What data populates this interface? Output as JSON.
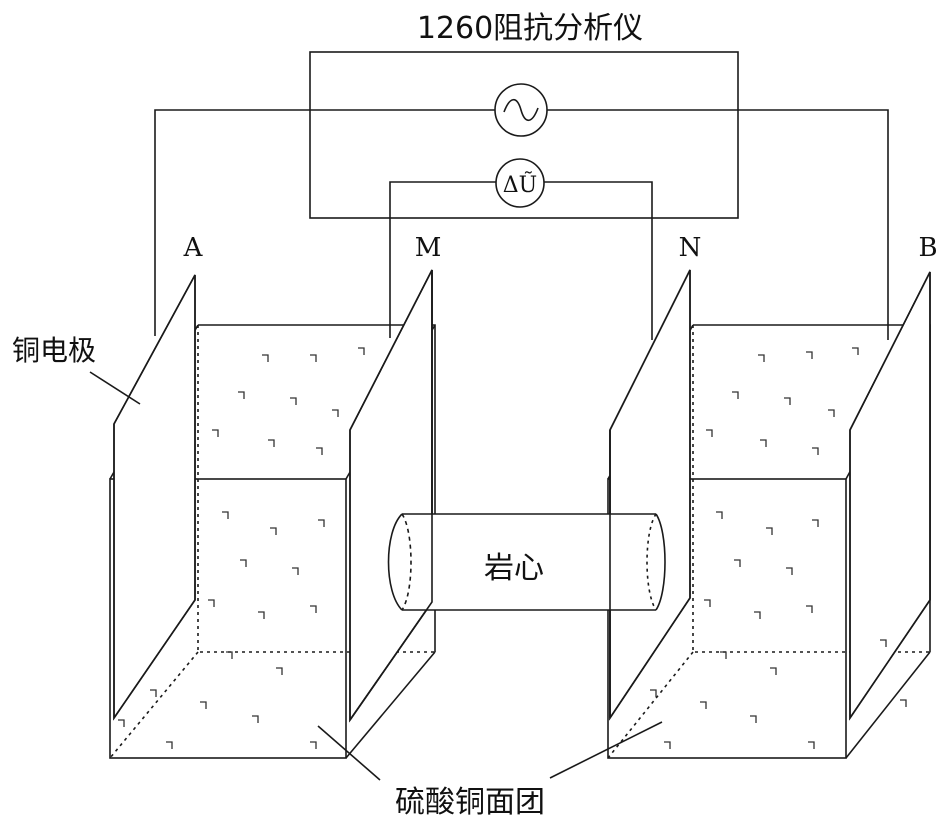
{
  "instrument_label": "1260阻抗分析仪",
  "ac_source_symbol": "~",
  "voltage_symbol": "ΔŨ",
  "electrode_labels": {
    "a": "A",
    "m": "M",
    "n": "N",
    "b": "B"
  },
  "copper_electrode_label": "铜电极",
  "core_label": "岩心",
  "paste_label": "硫酸铜面团"
}
